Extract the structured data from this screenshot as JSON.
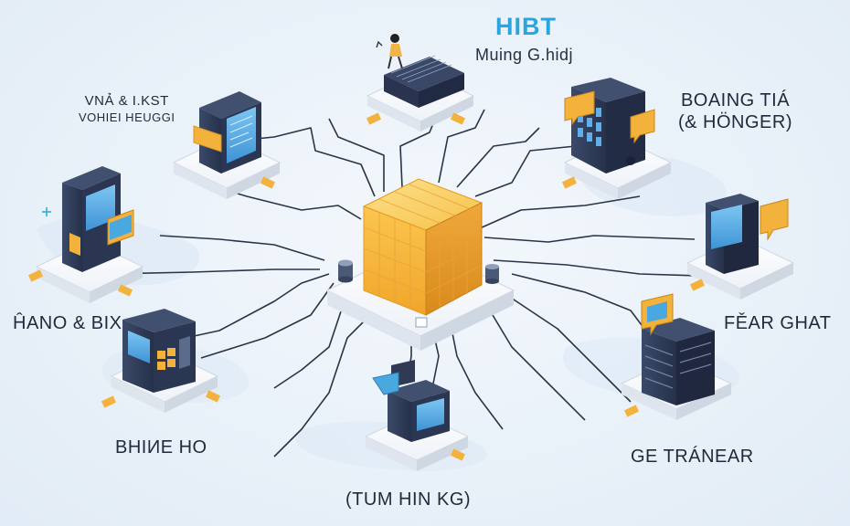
{
  "header": {
    "title": "HIBT",
    "subtitle": "Muing G.hidj"
  },
  "nodes": {
    "top_left": {
      "line1": "VNẢ & I.KST",
      "line2": "VOHIEI HEUGGI"
    },
    "top_right": {
      "line1": "BOAING TIÁ",
      "line2": "(& HÖNGER)"
    },
    "middle_left": {
      "label": "ĤANO & BIX"
    },
    "middle_right": {
      "label": "FĚAR GHAT"
    },
    "bottom_left": {
      "label": "BHIИE HO"
    },
    "bottom_center": {
      "label": "(TUM HIN KG)"
    },
    "bottom_right": {
      "label": "GE TRÁNEAR"
    }
  },
  "colors": {
    "accent": "#2aa6de",
    "cube": "#f6b93b",
    "platform": "#f4f6fa",
    "server_dark": "#2f3b55",
    "screen": "#4aa8e0",
    "line": "#2a3446"
  }
}
